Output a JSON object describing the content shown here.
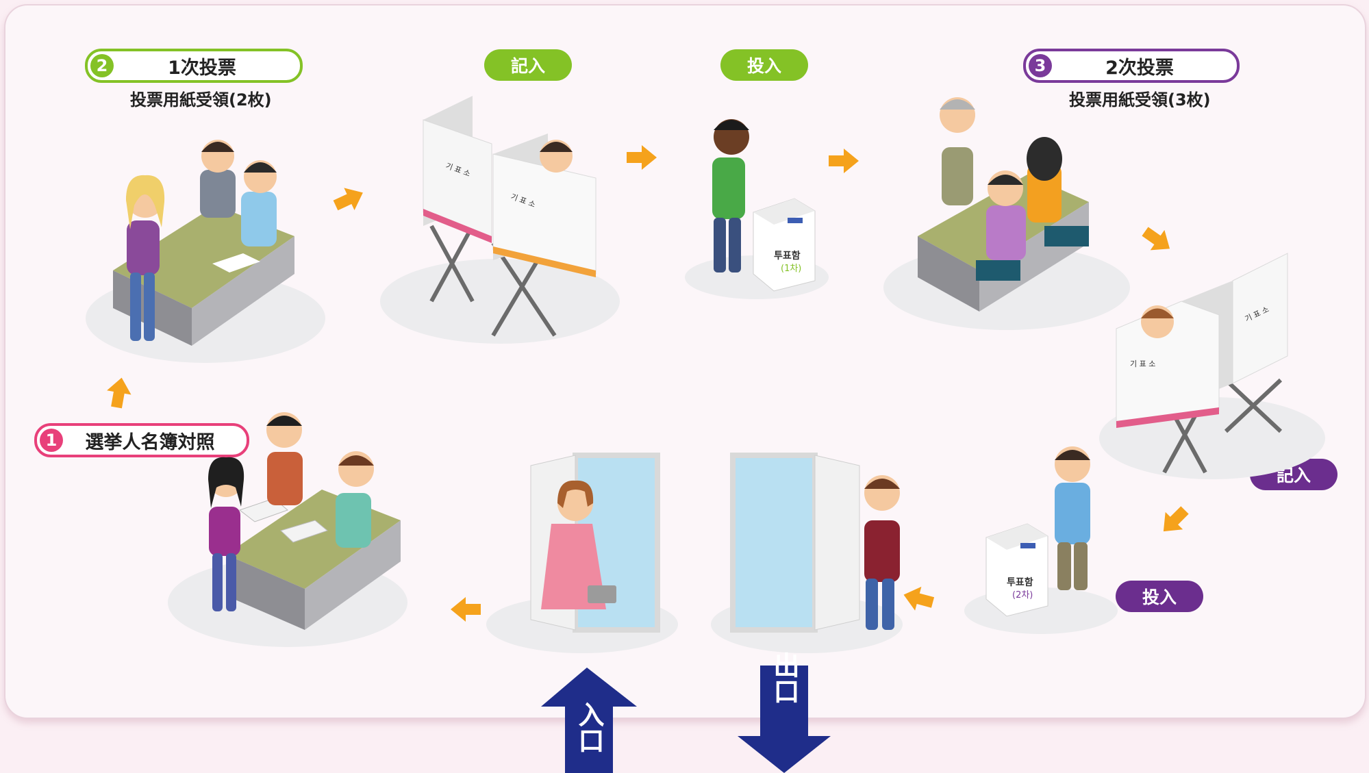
{
  "steps": [
    {
      "number": "1",
      "label": "選挙人名簿対照",
      "color": "#e8407a"
    },
    {
      "number": "2",
      "label": "1次投票",
      "sublabel": "投票用紙受領(2枚)",
      "color": "#84c226"
    },
    {
      "number": "3",
      "label": "2次投票",
      "sublabel": "投票用紙受領(3枚)",
      "color": "#7a3a9a"
    }
  ],
  "badges": {
    "write_green": "記入",
    "insert_green": "投入",
    "write_purple": "記入",
    "insert_purple": "投入"
  },
  "booth_sign": "기 표 소",
  "ballot_box": {
    "first": {
      "title": "투표함",
      "round": "(1차)"
    },
    "second": {
      "title": "투표함",
      "round": "(2차)"
    }
  },
  "entrance": "入口",
  "exit": "出口",
  "colors": {
    "green": "#84c226",
    "purple": "#6b2e8e",
    "pink": "#e8407a",
    "arrow": "#f5a21c",
    "door_arrow": "#1f2d8a",
    "panel_bg": "#fcf6f9"
  }
}
